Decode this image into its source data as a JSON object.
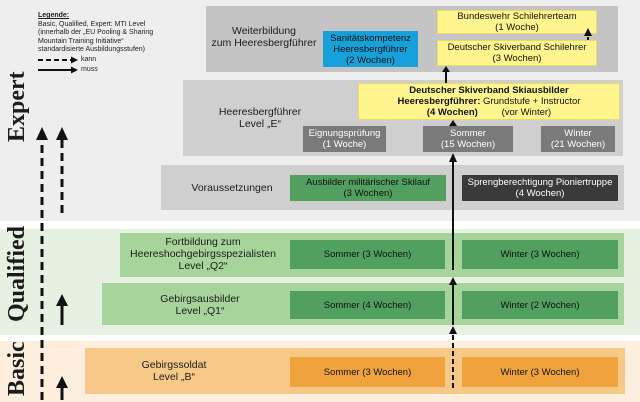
{
  "legend": {
    "title": "Legende:",
    "line1": "Basic, Qualified, Expert: MTI Level",
    "line2": "(innerhalb der „EU Pooling & Sharing",
    "line3": "Mountain Training Initiative“",
    "line4": "standardisierte Ausbildungsstufen)",
    "kann": "kann",
    "muss": "muss"
  },
  "levels": {
    "expert": "Expert",
    "qualified": "Qualified",
    "basic": "Basic"
  },
  "weiterbildung": {
    "title1": "Weiterbildung",
    "title2": "zum Heeresbergführer",
    "sanitaet1": "Sanitätskompetenz",
    "sanitaet2": "Heeresbergführer",
    "sanitaet3": "(2 Wochen)",
    "schilehrerteam1": "Bundeswehr Schilehrerteam",
    "schilehrerteam2": "(1 Woche)",
    "schilehrer1": "Deutscher Skiverband Schilehrer",
    "schilehrer2": "(3 Wochen)"
  },
  "heeresbergfuehrer": {
    "title1": "Heeresbergführer",
    "title2": "Level „E“",
    "skiausbilder1": "Deutscher Skiverband Skiausbilder",
    "skiausbilder2a": "Heeresbergführer:",
    "skiausbilder2b": "Grundstufe + Instructor",
    "skiausbilder3a": "(4 Wochen)",
    "skiausbilder3b": "(vor Winter)",
    "eignung1": "Eignungsprüfung",
    "eignung2": "(1 Woche)",
    "sommer1": "Sommer",
    "sommer2": "(15 Wochen)",
    "winter1": "Winter",
    "winter2": "(21 Wochen)"
  },
  "voraussetzungen": {
    "title": "Voraussetzungen",
    "skilauf1": "Ausbilder militärischer Skilauf",
    "skilauf2": "(3 Wochen)",
    "spreng1": "Sprengberechtigung Pioniertruppe",
    "spreng2": "(4 Wochen)"
  },
  "q2": {
    "title1": "Fortbildung zum",
    "title2": "Heereshochgebirgsspezialisten",
    "title3": "Level „Q2“",
    "sommer": "Sommer (3 Wochen)",
    "winter": "Winter (3 Wochen)"
  },
  "q1": {
    "title1": "Gebirgsausbilder",
    "title2": "Level „Q1“",
    "sommer": "Sommer (4 Wochen)",
    "winter": "Winter (2 Wochen)"
  },
  "b": {
    "title1": "Gebirgssoldat",
    "title2": "Level „B“",
    "sommer": "Sommer (3 Wochen)",
    "winter": "Winter (3 Wochen)"
  },
  "colors": {
    "expert_band": "#eeeeee",
    "qualified_band": "#e6f1e2",
    "basic_band": "#fdeedd",
    "blue": "#16a1db",
    "yellow": "#fff58e",
    "green": "#52a060",
    "orange": "#f0a33c"
  }
}
